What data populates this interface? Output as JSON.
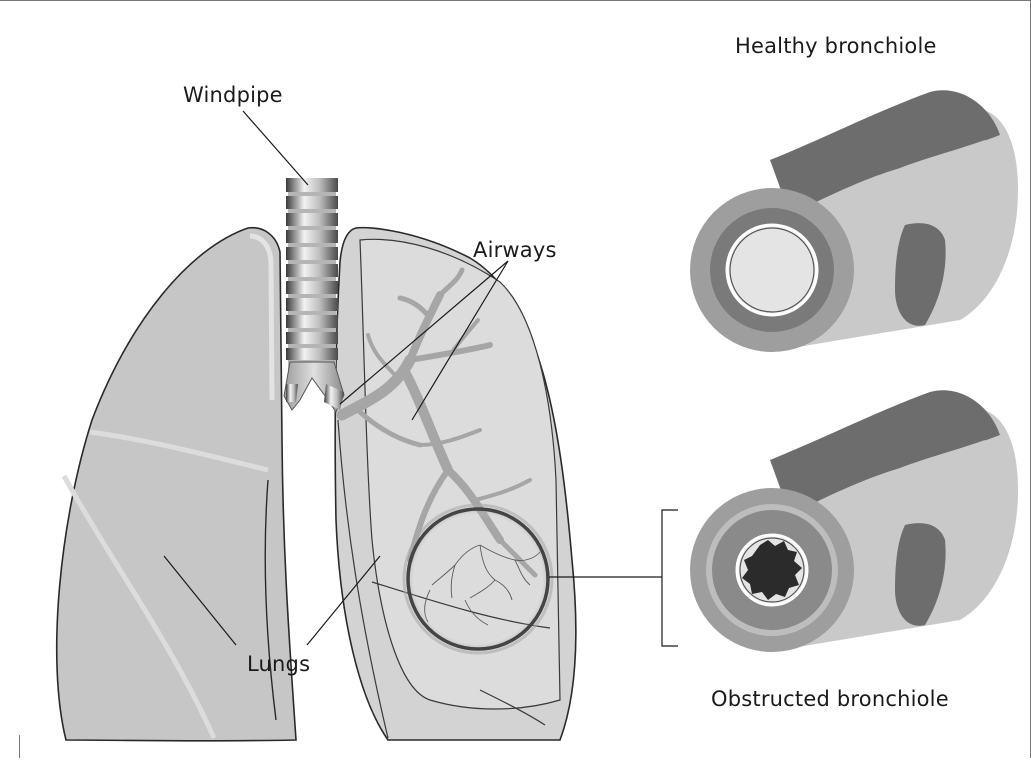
{
  "labels": {
    "windpipe": "Windpipe",
    "airways": "Airways",
    "lungs": "Lungs",
    "healthy": "Healthy bronchiole",
    "obstructed": "Obstructed bronchiole"
  },
  "colors": {
    "lung_fill": "#c9c9c9",
    "lung_inner": "#d8d8d8",
    "airway": "#a9a9a9",
    "tube_light": "#cfcfcf",
    "tube_mid": "#9a9a9a",
    "tube_dark": "#6e6e6e",
    "lumen": "#e6e6e6",
    "blockage": "#2b2b2b"
  }
}
